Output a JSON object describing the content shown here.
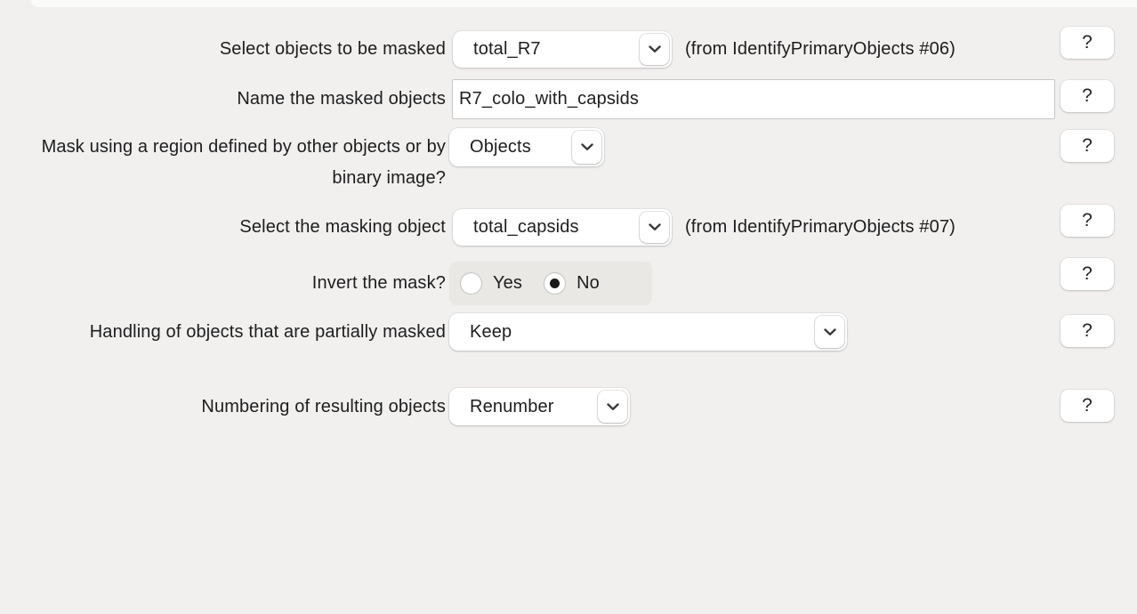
{
  "colors": {
    "background": "#f1f0ee",
    "control_background": "#ffffff",
    "text": "#1d1d1f",
    "radio_group_background": "#e9e8e5",
    "radio_dot": "#1a1a1a"
  },
  "icons": {
    "dropdown_chevron": "chevron-down"
  },
  "rows": [
    {
      "label": "Select objects to be masked",
      "type": "dropdown",
      "value": "total_R7",
      "note": "(from IdentifyPrimaryObjects #06)",
      "help": "?"
    },
    {
      "label": "Name the masked objects",
      "type": "text",
      "value": "R7_colo_with_capsids",
      "help": "?"
    },
    {
      "label": "Mask using a region defined by other objects or by binary image?",
      "type": "dropdown",
      "value": "Objects",
      "help": "?"
    },
    {
      "label": "Select the masking object",
      "type": "dropdown",
      "value": "total_capsids",
      "note": "(from IdentifyPrimaryObjects #07)",
      "help": "?"
    },
    {
      "label": "Invert the mask?",
      "type": "radio",
      "options": [
        "Yes",
        "No"
      ],
      "selected": "No",
      "help": "?"
    },
    {
      "label": "Handling of objects that are partially masked",
      "type": "dropdown",
      "value": "Keep",
      "help": "?"
    },
    {
      "label": "Numbering of resulting objects",
      "type": "dropdown",
      "value": "Renumber",
      "help": "?"
    }
  ]
}
